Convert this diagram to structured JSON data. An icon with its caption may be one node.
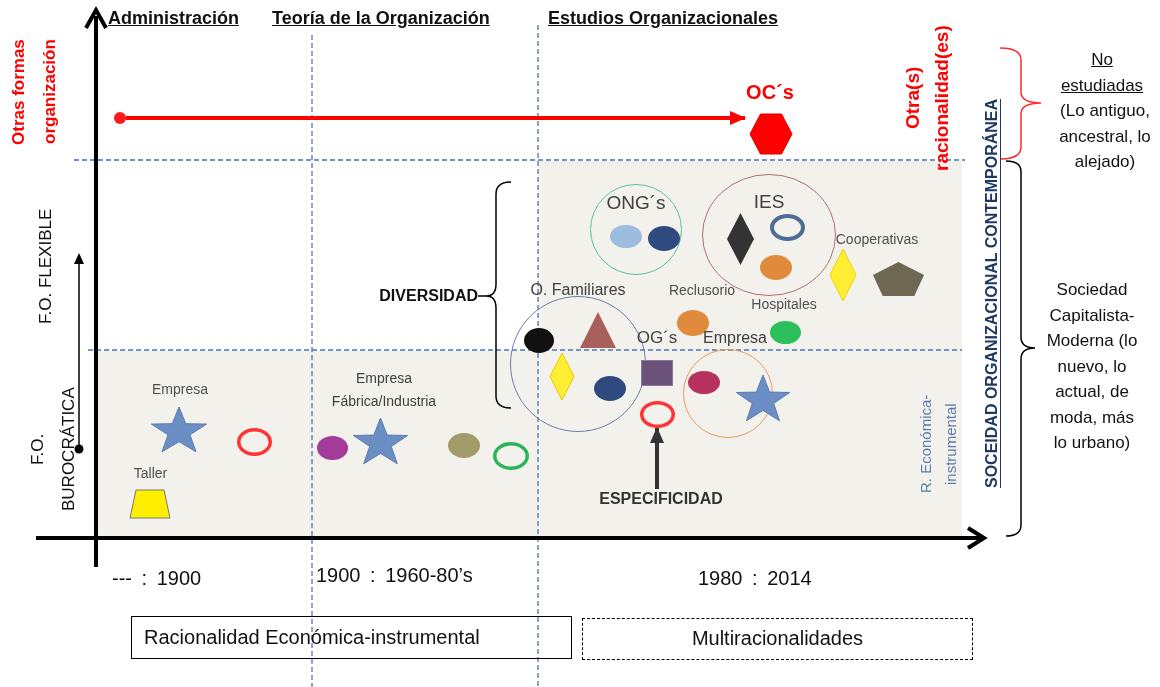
{
  "diagram": {
    "nodes": [
      {
        "text": [],
        "shape": "circle"
      },
      {
        "text": [
          "OC´s"
        ]
      },
      {
        "text": [
          "ONG´s"
        ]
      },
      {
        "text": [],
        "shape": "circle",
        "in": 2
      },
      {
        "text": [],
        "shape": "circle",
        "in": 2
      },
      {
        "text": [
          "IES"
        ]
      },
      {
        "text": [],
        "shape": "diamond",
        "in": 5
      },
      {
        "text": [],
        "shape": "circle",
        "in": 5
      },
      {
        "text": [],
        "shape": "circle",
        "in": 5
      },
      {
        "text": [
          "Cooperativas"
        ]
      },
      {
        "text": [],
        "shape": "pentagon"
      },
      {
        "text": [
          "Reclusorio"
        ]
      },
      {
        "text": [
          "Hospitales"
        ]
      },
      {
        "text": [
          "O. Familiares"
        ]
      },
      {
        "text": [],
        "shape": "circle",
        "in": 13
      },
      {
        "text": [],
        "shape": "triangle",
        "in": 13
      },
      {
        "text": [],
        "shape": "diamond",
        "in": 13
      },
      {
        "text": [],
        "shape": "circle",
        "in": 13
      },
      {
        "text": [
          "OG´s"
        ]
      },
      {
        "text": [
          "Empresa"
        ]
      },
      {
        "text": [],
        "shape": "circle",
        "in": 19
      },
      {
        "text": [],
        "shape": "star"
      },
      {
        "text": [],
        "shape": "circle"
      },
      {
        "text": [
          "Empresa"
        ]
      },
      {
        "text": [],
        "shape": "circle"
      },
      {
        "text": [
          "Empresa Fábrica/Industria"
        ]
      },
      {
        "text": [],
        "shape": "circle"
      },
      {
        "text": [],
        "shape": "circle"
      },
      {
        "text": [],
        "shape": "circle"
      },
      {
        "text": [
          "Taller"
        ]
      },
      {
        "text": [
          "ESPECIFICIDAD"
        ]
      },
      {
        "text": [
          "Racionalidad Económica-instrumental"
        ]
      },
      {
        "text": [
          "Multiracionalidades"
        ]
      }
    ],
    "edges": [
      {
        "from": 0,
        "to": 1,
        "arrow": "to",
        "color": "#ff0000"
      },
      {
        "from": 30,
        "to": 22,
        "arrow": "to",
        "color": "#333333"
      }
    ],
    "labels": [
      "Administración",
      "Teoría de la Organización",
      "Estudios Organizacionales",
      "Otras formas organización",
      "Otra(s) racionalidad(es)",
      "No estudiadas",
      "(Lo antiguo, ancestral, lo alejado)",
      "F.O. FLEXIBLE",
      "DIVERSIDAD",
      "SOCEIDAD ORGANIZACIONAL CONTEMPORÁNEA",
      "Sociedad Capitalista-Moderna (lo nuevo, lo actual, de moda, más lo urbano)",
      "F.O. BUROCRÁTICA",
      "R. Económica-instrumental",
      "--- : 1900",
      "1900 : 1960-80’s",
      "1980 : 2014"
    ]
  }
}
